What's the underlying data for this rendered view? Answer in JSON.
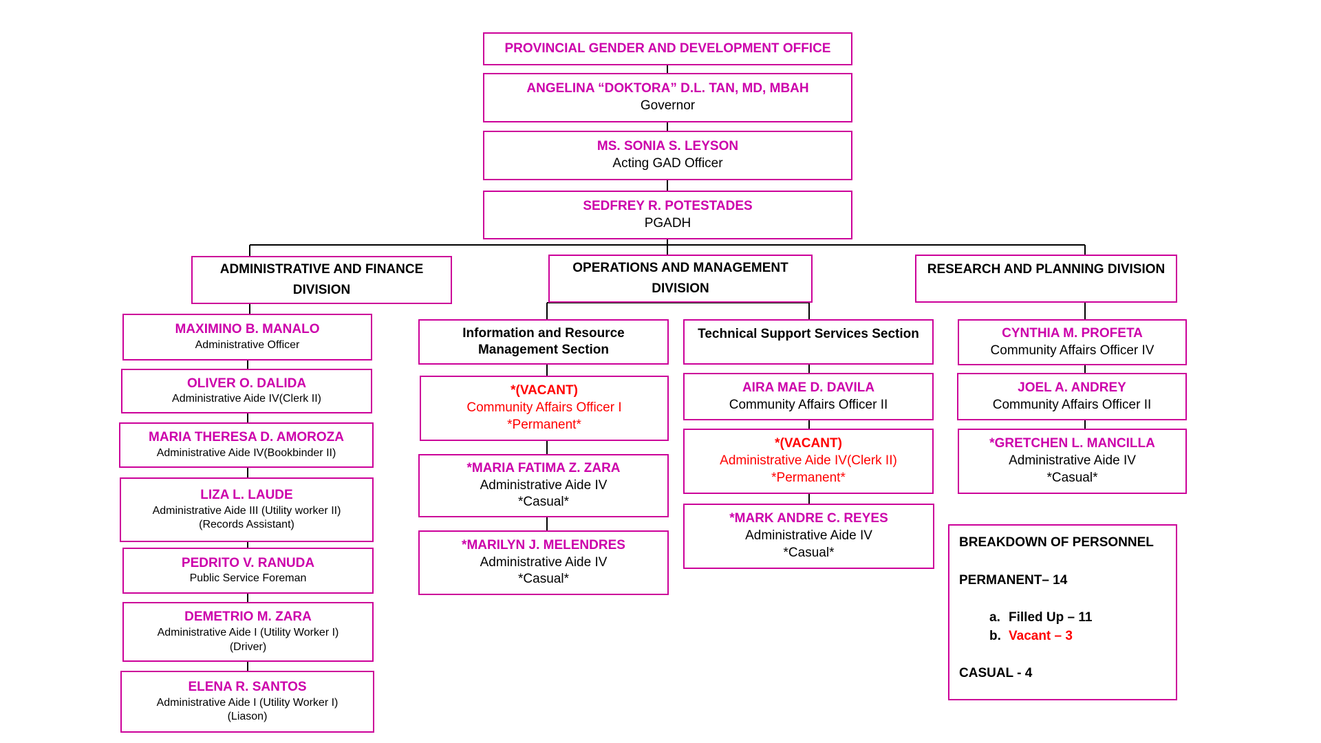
{
  "office_title": "PROVINCIAL GENDER AND DEVELOPMENT OFFICE",
  "governor": {
    "name": "ANGELINA “DOKTORA” D.L. TAN, MD, MBAH",
    "position": "Governor"
  },
  "gad_officer": {
    "name": "MS. SONIA S. LEYSON",
    "position": "Acting GAD Officer"
  },
  "pgadh": {
    "name": "SEDFREY R. POTESTADES",
    "position": "PGADH"
  },
  "divisions": {
    "admin": {
      "title": "ADMINISTRATIVE AND FINANCE DIVISION",
      "staff": [
        {
          "name": "MAXIMINO B. MANALO",
          "position": "Administrative Officer"
        },
        {
          "name": "OLIVER O. DALIDA",
          "position": "Administrative Aide IV(Clerk II)"
        },
        {
          "name": "MARIA THERESA D. AMOROZA",
          "position": "Administrative Aide IV(Bookbinder II)"
        },
        {
          "name": "LIZA L. LAUDE",
          "position": "Administrative Aide III (Utility worker II)",
          "note": "(Records Assistant)"
        },
        {
          "name": "PEDRITO V. RANUDA",
          "position": "Public Service Foreman"
        },
        {
          "name": "DEMETRIO M. ZARA",
          "position": "Administrative Aide I (Utility Worker I)",
          "note": "(Driver)"
        },
        {
          "name": "ELENA R. SANTOS",
          "position": "Administrative Aide I (Utility Worker I)",
          "note": "(Liason)"
        }
      ]
    },
    "operations": {
      "title": "OPERATIONS AND MANAGEMENT DIVISION",
      "irm_section": {
        "title": "Information and Resource Management Section",
        "staff": [
          {
            "name": "*(VACANT)",
            "position": "Community Affairs Officer I",
            "status": "*Permanent*",
            "vacant": true
          },
          {
            "name": "*MARIA FATIMA Z. ZARA",
            "position": "Administrative Aide IV",
            "status": "*Casual*"
          },
          {
            "name": "*MARILYN J. MELENDRES",
            "position": "Administrative Aide IV",
            "status": "*Casual*"
          }
        ]
      },
      "tss_section": {
        "title": "Technical Support Services Section",
        "staff": [
          {
            "name": "AIRA MAE D. DAVILA",
            "position": "Community Affairs Officer II"
          },
          {
            "name": "*(VACANT)",
            "position": "Administrative Aide IV(Clerk II)",
            "status": "*Permanent*",
            "vacant": true
          },
          {
            "name": "*MARK ANDRE C. REYES",
            "position": "Administrative Aide IV",
            "status": "*Casual*"
          }
        ]
      }
    },
    "research": {
      "title": "RESEARCH AND PLANNING DIVISION",
      "staff": [
        {
          "name": "CYNTHIA M. PROFETA",
          "position": "Community Affairs Officer IV"
        },
        {
          "name": "JOEL A. ANDREY",
          "position": "Community Affairs Officer II"
        },
        {
          "name": "*GRETCHEN L. MANCILLA",
          "position": "Administrative Aide IV",
          "status": "*Casual*"
        }
      ]
    }
  },
  "breakdown": {
    "title": "BREAKDOWN OF PERSONNEL",
    "permanent": "PERMANENT– 14",
    "filled_marker": "a.",
    "filled": "Filled Up – 11",
    "vacant_marker": "b.",
    "vacant": "Vacant – 3",
    "casual": "CASUAL - 4"
  },
  "colors": {
    "name": "#cc00aa",
    "border": "#cc0099",
    "vacant": "#ff0000",
    "line": "#000000"
  }
}
